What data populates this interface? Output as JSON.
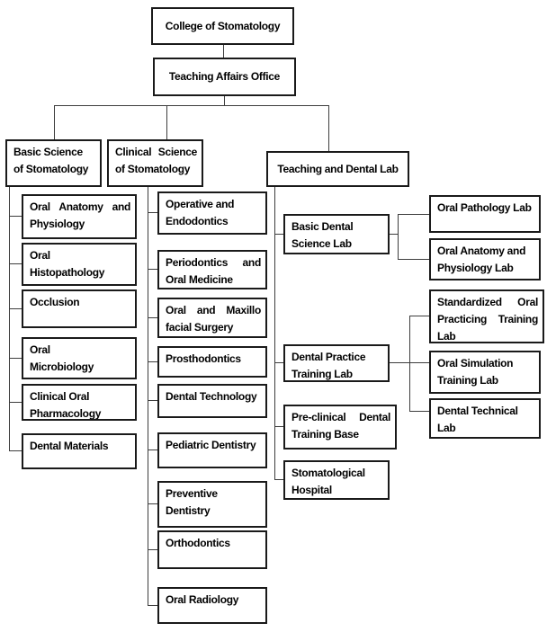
{
  "colors": {
    "background": "#ffffff",
    "box_border": "#1a1a1a",
    "connector": "#3d3d3d",
    "text": "#000000"
  },
  "tree": {
    "root": {
      "label": "College of Stomatology"
    },
    "office": {
      "label": "Teaching Affairs Office"
    },
    "branches": {
      "basic_science": {
        "label": "Basic Science\nof Stomatology",
        "children": {
          "oral_anatomy_physiology": {
            "label": "Oral Anatomy and\nPhysiology"
          },
          "oral_histopathology": {
            "label": "Oral\nHistopathology"
          },
          "occlusion": {
            "label": "Occlusion"
          },
          "oral_microbiology": {
            "label": "Oral\nMicrobiology"
          },
          "clinical_oral_pharmacology": {
            "label": "Clinical Oral\nPharmacology"
          },
          "dental_materials": {
            "label": "Dental Materials"
          }
        }
      },
      "clinical_science": {
        "label": "Clinical Science\nof Stomatology",
        "children": {
          "operative_endodontics": {
            "label": "Operative and\nEndodontics"
          },
          "periodontics_oral_medicine": {
            "label": "Periodontics and\nOral Medicine"
          },
          "oral_maxillofacial_surgery": {
            "label": "Oral and Maxillo\nfacial Surgery"
          },
          "prosthodontics": {
            "label": "Prosthodontics"
          },
          "dental_technology": {
            "label": "Dental Technology"
          },
          "pediatric_dentistry": {
            "label": "Pediatric Dentistry"
          },
          "preventive_dentistry": {
            "label": "Preventive\nDentistry"
          },
          "orthodontics": {
            "label": "Orthodontics"
          },
          "oral_radiology": {
            "label": "Oral Radiology"
          }
        }
      },
      "teaching_dental_lab": {
        "label": "Teaching and Dental Lab",
        "children": {
          "basic_dental_science_lab": {
            "label": "Basic Dental\nScience Lab",
            "children": {
              "oral_pathology_lab": {
                "label": "Oral Pathology Lab"
              },
              "oral_anatomy_physiology_lab": {
                "label": "Oral Anatomy and\nPhysiology Lab"
              }
            }
          },
          "dental_practice_training_lab": {
            "label": "Dental Practice\nTraining Lab",
            "children": {
              "standardized_oral_practicing_training_lab": {
                "label": "Standardized Oral\nPracticing Training\nLab"
              },
              "oral_simulation_training_lab": {
                "label": "Oral Simulation\nTraining Lab"
              },
              "dental_technical_lab": {
                "label": "Dental Technical Lab"
              }
            }
          },
          "pre_clinical_dental_training_base": {
            "label": "Pre-clinical Dental\nTraining Base"
          },
          "stomatological_hospital": {
            "label": "Stomatological\nHospital"
          }
        }
      }
    }
  }
}
